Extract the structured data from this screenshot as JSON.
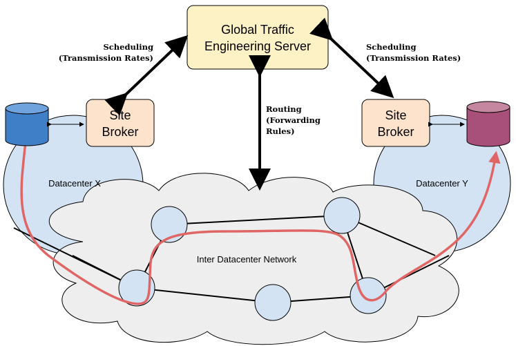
{
  "server": {
    "line1": "Global Traffic",
    "line2": "Engineering Server"
  },
  "broker_left": {
    "line1": "Site",
    "line2": "Broker"
  },
  "broker_right": {
    "line1": "Site",
    "line2": "Broker"
  },
  "datacenter_x": "Datacenter X",
  "datacenter_y": "Datacenter Y",
  "network_label": "Inter Datacenter Network",
  "label_left": {
    "line1": "Scheduling",
    "line2": "(Transmission Rates)"
  },
  "label_right": {
    "line1": "Scheduling",
    "line2": "(Transmission Rates)"
  },
  "label_routing": {
    "line1": "Routing",
    "line2": "(Forwarding",
    "line3": "Rules)"
  },
  "colors": {
    "server_fill": "#fdf1c6",
    "broker_fill": "#fde3cc",
    "datacenter_fill": "#d3e3f4",
    "cloud_fill": "#eeeeee",
    "db_left": "#3f7fc8",
    "db_right": "#a8507a",
    "flow_path": "#e06666"
  }
}
